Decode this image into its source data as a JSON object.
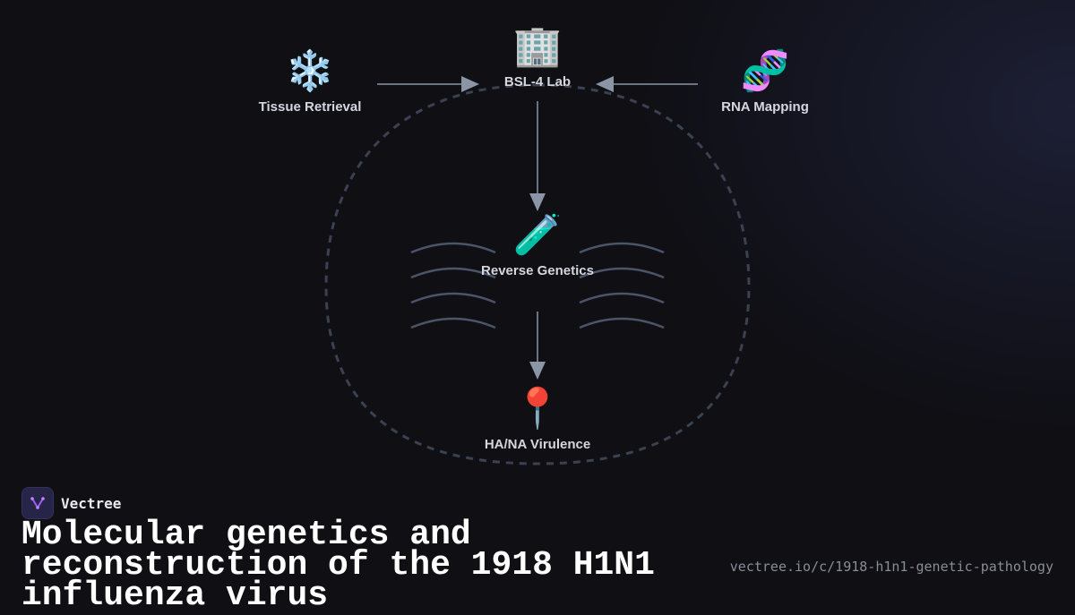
{
  "diagram": {
    "nodes": {
      "tissue": {
        "icon": "snowflake-icon",
        "glyph": "❄️",
        "label": "Tissue Retrieval"
      },
      "lab": {
        "icon": "office-building-icon",
        "glyph": "🏢",
        "label": "BSL-4 Lab"
      },
      "rna": {
        "icon": "dna-icon",
        "glyph": "🧬",
        "label": "RNA Mapping"
      },
      "rev": {
        "icon": "test-tube-icon",
        "glyph": "🧪",
        "label": "Reverse Genetics"
      },
      "hana": {
        "icon": "map-pin-icon",
        "glyph": "📍",
        "label": "HA/NA Virulence"
      }
    },
    "edges": [
      {
        "from": "tissue",
        "to": "lab"
      },
      {
        "from": "rna",
        "to": "lab"
      },
      {
        "from": "lab",
        "to": "rev"
      },
      {
        "from": "rev",
        "to": "hana"
      }
    ],
    "colors": {
      "arrow": "#8b95a5",
      "dashed_ring": "#3a4252",
      "waves": "#4a5568"
    }
  },
  "brand": {
    "name": "Vectree",
    "logo_icon": "vectree-logo-icon"
  },
  "title": "Molecular genetics and reconstruction of the 1918 H1N1 influenza virus",
  "url": "vectree.io/c/1918-h1n1-genetic-pathology"
}
